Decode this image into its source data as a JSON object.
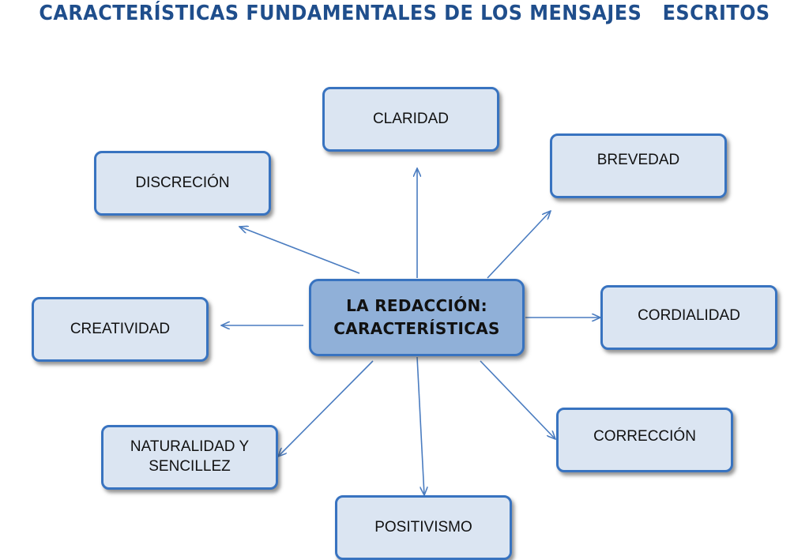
{
  "title": "CARACTERÍSTICAS FUNDAMENTALES DE LOS MENSAJES   ESCRITOS",
  "center": {
    "line1": "LA REDACCIÓN:",
    "line2": "CARACTERÍSTICAS"
  },
  "nodes": {
    "claridad": "CLARIDAD",
    "brevedad": "BREVEDAD",
    "discrecion": "DISCRECIÓN",
    "cordialidad": "CORDIALIDAD",
    "creatividad": "CREATIVIDAD",
    "correccion": "CORRECCIÓN",
    "naturalidad_line1": "NATURALIDAD Y",
    "naturalidad_line2": "SENCILLEZ",
    "positivismo": "POSITIVISMO"
  },
  "colors": {
    "title": "#1f4e8c",
    "node_fill": "#dbe5f2",
    "node_border": "#3873c0",
    "center_fill": "#90b0d8",
    "arrow": "#4a7cc0"
  }
}
